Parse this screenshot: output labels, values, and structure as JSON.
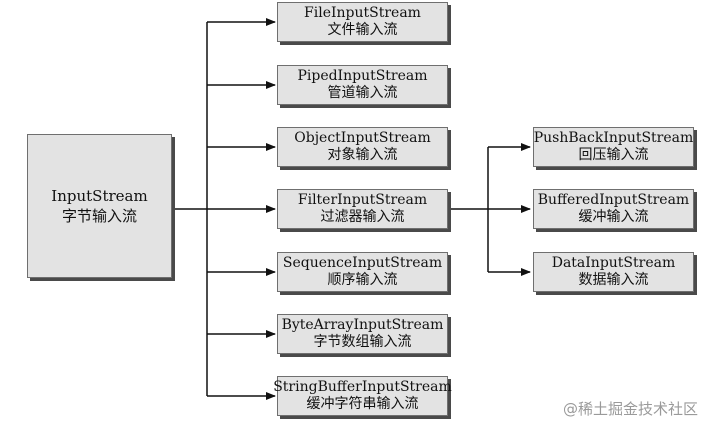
{
  "root": {
    "en": "InputStream",
    "zh": "字节输入流"
  },
  "children": [
    {
      "en": "FileInputStream",
      "zh": "文件输入流"
    },
    {
      "en": "PipedInputStream",
      "zh": "管道输入流"
    },
    {
      "en": "ObjectInputStream",
      "zh": "对象输入流"
    },
    {
      "en": "FilterInputStream",
      "zh": "过滤器输入流"
    },
    {
      "en": "SequenceInputStream",
      "zh": "顺序输入流"
    },
    {
      "en": "ByteArrayInputStream",
      "zh": "字节数组输入流"
    },
    {
      "en": "StringBufferInputStream",
      "zh": "缓冲字符串输入流"
    }
  ],
  "filter_children": [
    {
      "en": "PushBackInputStream",
      "zh": "回压输入流"
    },
    {
      "en": "BufferedInputStream",
      "zh": "缓冲输入流"
    },
    {
      "en": "DataInputStream",
      "zh": "数据输入流"
    }
  ],
  "watermark": "@稀土掘金技术社区",
  "colors": {
    "box_fill": "#e3e3e3",
    "box_border": "#6f6f6f",
    "shadow": "#4a4a4a",
    "line": "#111111"
  }
}
